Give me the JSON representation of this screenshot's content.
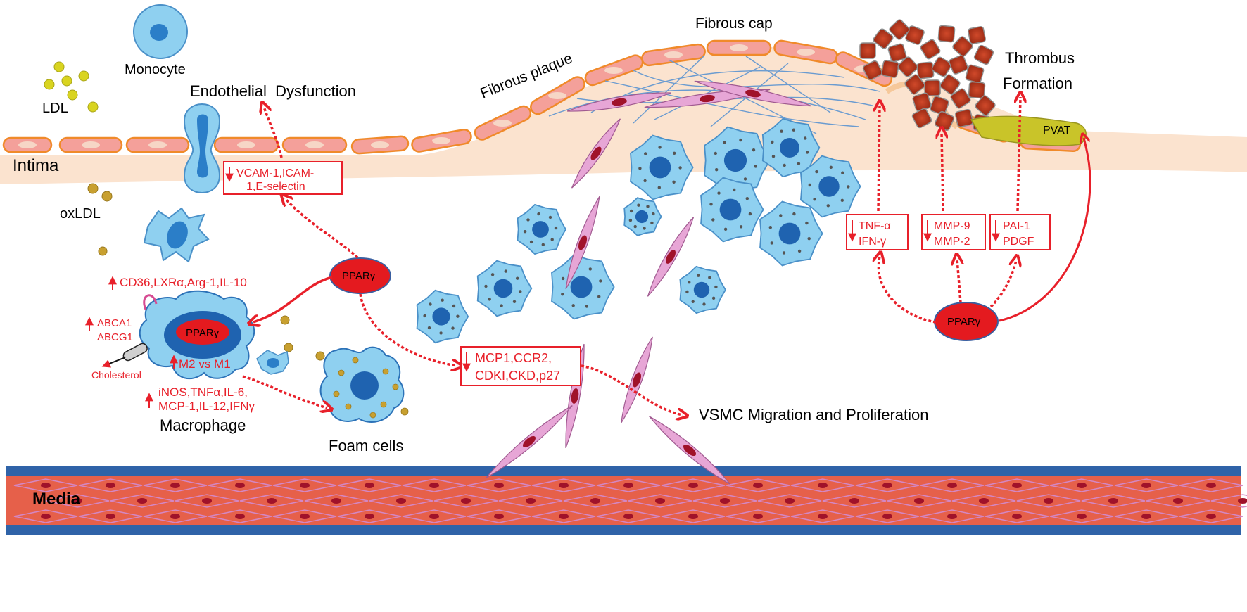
{
  "labels": {
    "monocyte": "Monocyte",
    "ldl": "LDL",
    "oxldl": "oxLDL",
    "intima": "Intima",
    "media": "Media",
    "endothelial": "Endothelial  Dysfunction",
    "fibrous_plaque": "Fibrous plaque",
    "fibrous_cap": "Fibrous cap",
    "thrombus_line1": "Thrombus",
    "thrombus_line2": "Formation",
    "pvat": "PVAT",
    "macrophage": "Macrophage",
    "foam_cells": "Foam cells",
    "vsmc": "VSMC Migration and Proliferation",
    "cholesterol": "Cholesterol",
    "ppar_center": "PPARγ",
    "ppar_macrophage": "PPARγ",
    "ppar_right": "PPARγ"
  },
  "macrophage_markers": {
    "up_line": "CD36,LXRα,Arg-1,IL-10",
    "abca1": "ABCA1",
    "abcg1": "ABCG1",
    "m2_vs_m1": "M2 vs M1",
    "down_line1": "iNOS,TNFα,IL-6,",
    "down_line2": "MCP-1,IL-12,IFNγ"
  },
  "boxes": {
    "adhesion_line1": "VCAM-1,ICAM-",
    "adhesion_line2": "1,E-selectin",
    "vsmc_line1": "MCP1,CCR2,",
    "vsmc_line2": "CDKI,CKD,p27",
    "tnf_line1": "TNF-α",
    "tnf_line2": "IFN-γ",
    "mmp_line1": "MMP-9",
    "mmp_line2": "MMP-2",
    "pai_line1": "PAI-1",
    "pai_line2": "PDGF"
  },
  "colors": {
    "arrow_red": "#e8202a",
    "endothelial_fill": "#f4a09a",
    "endothelial_border": "#f08a2a",
    "plaque_fill": "#fbe3cf",
    "cell_blue": "#8fd0f0",
    "nucleus_blue": "#1c7ec8",
    "vsmc_pink": "#e7a6d6",
    "media_band": "#2f63a8",
    "media_fill": "#e6604a",
    "thrombus": "#c23a1e",
    "pvat": "#c9c429",
    "ldl": "#d9d420",
    "oxldl": "#c8a030"
  }
}
